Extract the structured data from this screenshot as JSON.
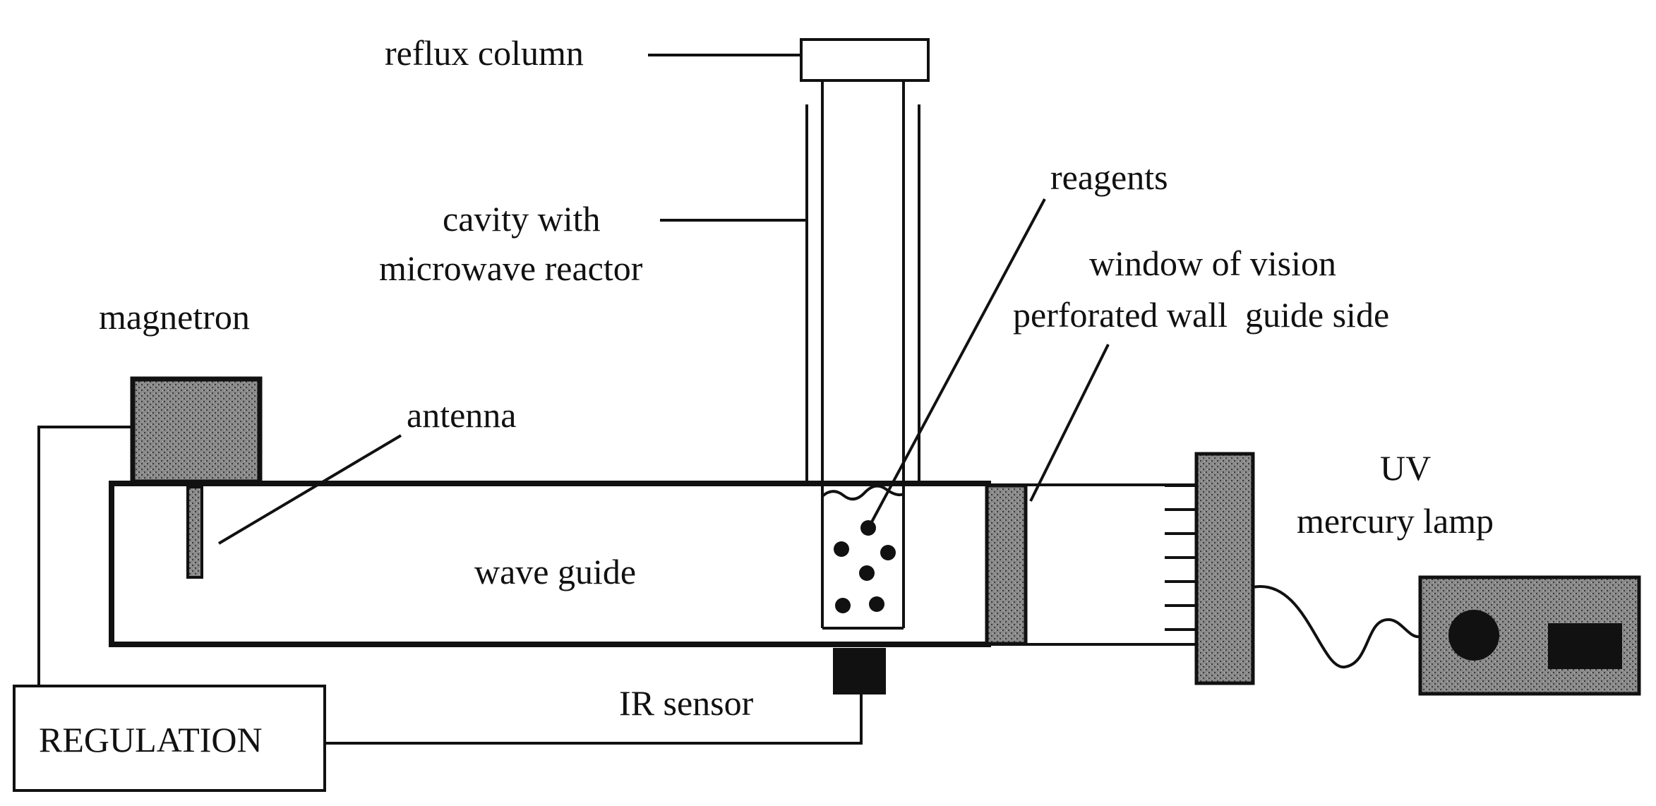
{
  "labels": {
    "reflux_column": "reflux column",
    "cavity_line1": "cavity with",
    "cavity_line2": "microwave reactor",
    "reagents": "reagents",
    "window_line1": "window of vision",
    "window_line2": "perforated wall  guide side",
    "magnetron": "magnetron",
    "antenna": "antenna",
    "wave_guide": "wave guide",
    "uv_line1": "UV",
    "uv_line2": "mercury lamp",
    "ir_sensor": "IR sensor",
    "regulation": "REGULATION"
  },
  "colors": {
    "ink": "#111111",
    "hatched_fill": "#7a7a7a",
    "background": "#ffffff"
  }
}
